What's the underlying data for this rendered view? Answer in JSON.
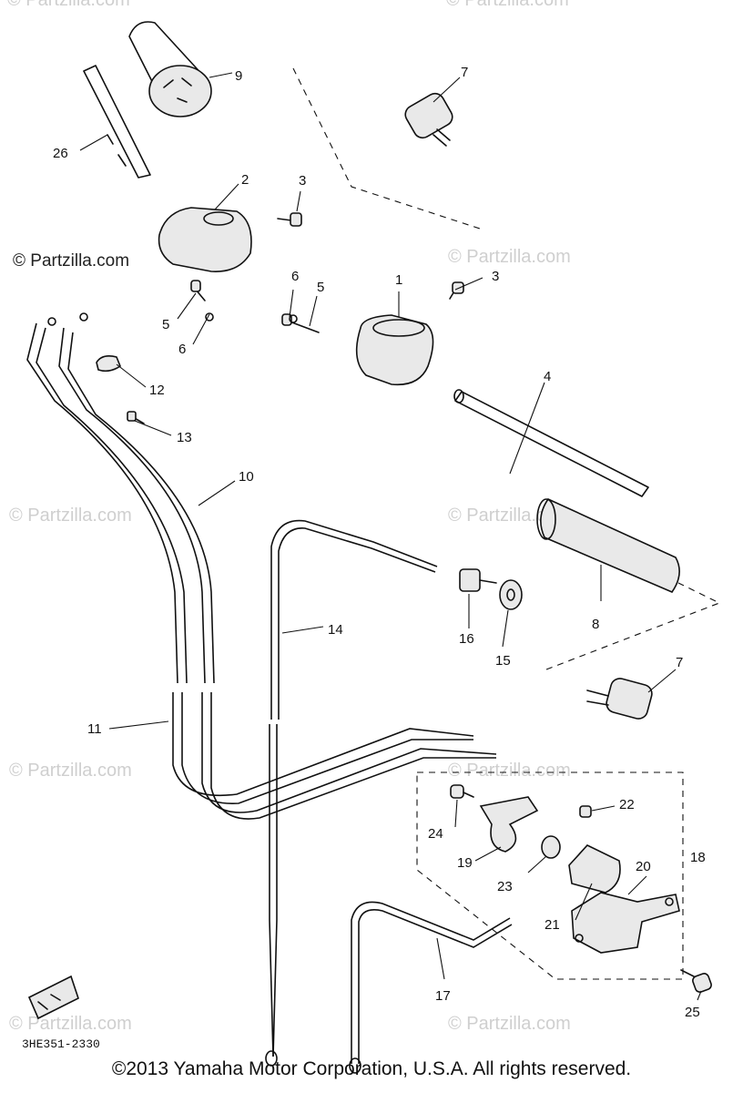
{
  "watermarks": [
    {
      "text": "© Partzilla.com"
    },
    {
      "text": "© Partzilla.com"
    },
    {
      "text": "© Partzilla.com"
    },
    {
      "text": "© Partzilla.com"
    },
    {
      "text": "© Partzilla.com"
    },
    {
      "text": "© Partzilla.com"
    },
    {
      "text": "© Partzilla.com"
    },
    {
      "text": "© Partzilla.com"
    },
    {
      "text": "© Partzilla.com"
    },
    {
      "text": "© Partzilla.com"
    }
  ],
  "watermark_main": "© Partzilla.com",
  "callouts": [
    {
      "id": "p26",
      "label": "26"
    },
    {
      "id": "p9",
      "label": "9"
    },
    {
      "id": "p7a",
      "label": "7"
    },
    {
      "id": "p2",
      "label": "2"
    },
    {
      "id": "p3a",
      "label": "3"
    },
    {
      "id": "p1",
      "label": "1"
    },
    {
      "id": "p3b",
      "label": "3"
    },
    {
      "id": "p6a",
      "label": "6"
    },
    {
      "id": "p5a",
      "label": "5"
    },
    {
      "id": "p5b",
      "label": "5"
    },
    {
      "id": "p6b",
      "label": "6"
    },
    {
      "id": "p12",
      "label": "12"
    },
    {
      "id": "p13",
      "label": "13"
    },
    {
      "id": "p4",
      "label": "4"
    },
    {
      "id": "p10",
      "label": "10"
    },
    {
      "id": "p8",
      "label": "8"
    },
    {
      "id": "p14",
      "label": "14"
    },
    {
      "id": "p16",
      "label": "16"
    },
    {
      "id": "p15",
      "label": "15"
    },
    {
      "id": "p7b",
      "label": "7"
    },
    {
      "id": "p11",
      "label": "11"
    },
    {
      "id": "p22",
      "label": "22"
    },
    {
      "id": "p18",
      "label": "18"
    },
    {
      "id": "p24",
      "label": "24"
    },
    {
      "id": "p20",
      "label": "20"
    },
    {
      "id": "p19",
      "label": "19"
    },
    {
      "id": "p23",
      "label": "23"
    },
    {
      "id": "p21",
      "label": "21"
    },
    {
      "id": "p17",
      "label": "17"
    },
    {
      "id": "p25",
      "label": "25"
    }
  ],
  "diagram_code": "3HE351-2330",
  "copyright": "©2013  Yamaha Motor Corporation, U.S.A. All rights reserved."
}
